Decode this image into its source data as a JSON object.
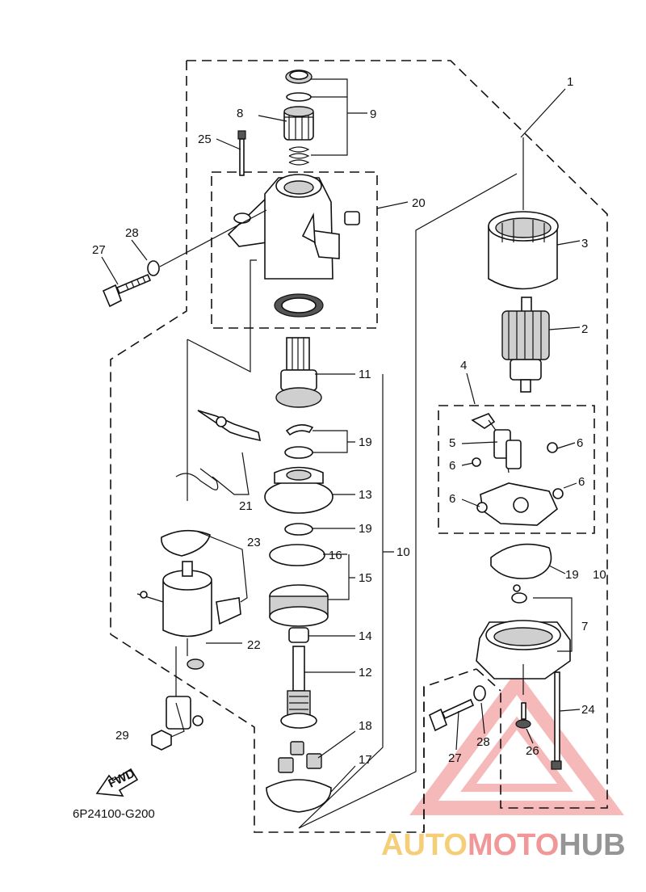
{
  "callouts": [
    "1",
    "2",
    "3",
    "4",
    "5",
    "6",
    "6",
    "6",
    "6",
    "7",
    "8",
    "9",
    "10",
    "10",
    "11",
    "12",
    "13",
    "14",
    "15",
    "16",
    "17",
    "18",
    "19",
    "19",
    "19",
    "20",
    "21",
    "22",
    "23",
    "24",
    "25",
    "26",
    "27",
    "27",
    "28",
    "28",
    "29"
  ],
  "diagram_code": "6P24100-G200",
  "fwd_label": "FWD",
  "watermark": {
    "part1": "AUTO",
    "part2": "MOTO",
    "part3": "HUB",
    "color1": "#f5c96a",
    "color2": "#f08c8c",
    "color3": "#8a8a8a"
  }
}
